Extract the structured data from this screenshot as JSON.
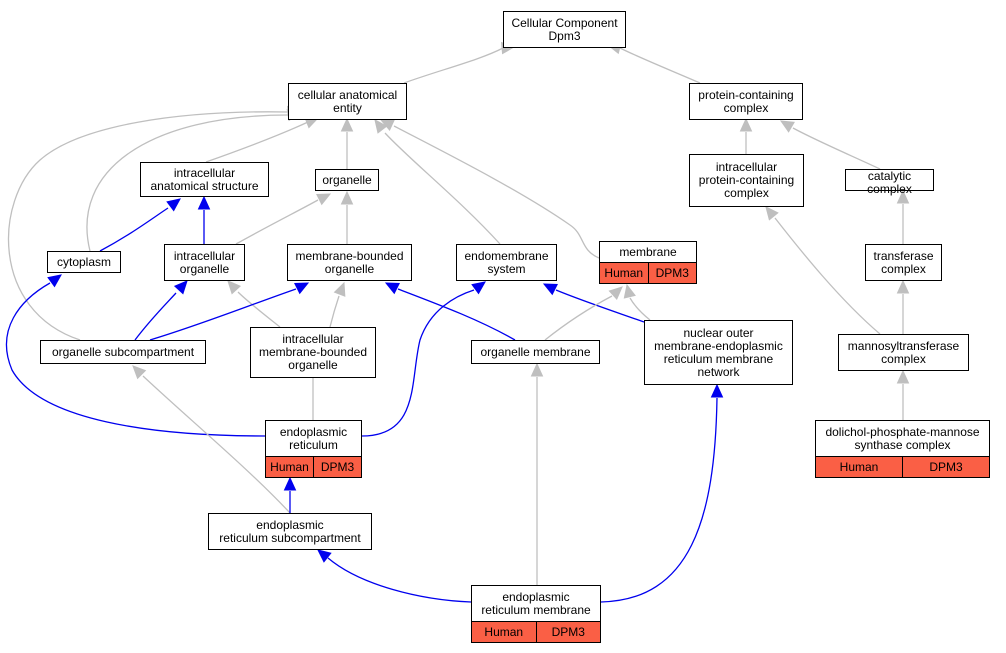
{
  "diagram": {
    "colors": {
      "is_a_edge": "#bfbfbf",
      "part_of_edge": "#0000ee",
      "annotation_fill": "#fa5f45"
    },
    "nodes": [
      {
        "id": "cc",
        "label": "Cellular Component\nDpm3"
      },
      {
        "id": "cae",
        "label": "cellular anatomical\nentity"
      },
      {
        "id": "pcc",
        "label": "protein-containing\ncomplex"
      },
      {
        "id": "ias",
        "label": "intracellular\nanatomical structure"
      },
      {
        "id": "org",
        "label": "organelle"
      },
      {
        "id": "ipcc",
        "label": "intracellular\nprotein-containing\ncomplex"
      },
      {
        "id": "cat",
        "label": "catalytic complex"
      },
      {
        "id": "cyt",
        "label": "cytoplasm"
      },
      {
        "id": "io",
        "label": "intracellular\norganelle"
      },
      {
        "id": "mbo",
        "label": "membrane-bounded\norganelle"
      },
      {
        "id": "ems",
        "label": "endomembrane\nsystem"
      },
      {
        "id": "mem",
        "label": "membrane",
        "annotation": [
          "Human",
          "DPM3"
        ]
      },
      {
        "id": "trf",
        "label": "transferase\ncomplex"
      },
      {
        "id": "osc",
        "label": "organelle subcompartment"
      },
      {
        "id": "imbo",
        "label": "intracellular\nmembrane-bounded\norganelle"
      },
      {
        "id": "om",
        "label": "organelle membrane"
      },
      {
        "id": "noer",
        "label": "nuclear outer\nmembrane-endoplasmic\nreticulum membrane\nnetwork"
      },
      {
        "id": "mtc",
        "label": "mannosyltransferase\ncomplex"
      },
      {
        "id": "er",
        "label": "endoplasmic\nreticulum",
        "annotation": [
          "Human",
          "DPM3"
        ]
      },
      {
        "id": "dpm",
        "label": "dolichol-phosphate-mannose\nsynthase complex",
        "annotation": [
          "Human",
          "DPM3"
        ]
      },
      {
        "id": "ersc",
        "label": "endoplasmic\nreticulum subcompartment"
      },
      {
        "id": "erm",
        "label": "endoplasmic\nreticulum membrane",
        "annotation": [
          "Human",
          "DPM3"
        ]
      }
    ],
    "edges": [
      {
        "from": "cae",
        "to": "cc",
        "type": "is_a"
      },
      {
        "from": "pcc",
        "to": "cc",
        "type": "is_a"
      },
      {
        "from": "ias",
        "to": "cae",
        "type": "is_a"
      },
      {
        "from": "org",
        "to": "cae",
        "type": "is_a"
      },
      {
        "from": "cyt",
        "to": "cae",
        "type": "is_a"
      },
      {
        "from": "osc",
        "to": "cae",
        "type": "is_a"
      },
      {
        "from": "ems",
        "to": "cae",
        "type": "is_a"
      },
      {
        "from": "mem",
        "to": "cae",
        "type": "is_a"
      },
      {
        "from": "ipcc",
        "to": "pcc",
        "type": "is_a"
      },
      {
        "from": "cat",
        "to": "pcc",
        "type": "is_a"
      },
      {
        "from": "cyt",
        "to": "ias",
        "type": "part_of"
      },
      {
        "from": "io",
        "to": "ias",
        "type": "part_of"
      },
      {
        "from": "io",
        "to": "org",
        "type": "is_a"
      },
      {
        "from": "mbo",
        "to": "org",
        "type": "is_a"
      },
      {
        "from": "osc",
        "to": "io",
        "type": "part_of"
      },
      {
        "from": "imbo",
        "to": "io",
        "type": "is_a"
      },
      {
        "from": "osc",
        "to": "mbo",
        "type": "part_of"
      },
      {
        "from": "imbo",
        "to": "mbo",
        "type": "is_a"
      },
      {
        "from": "om",
        "to": "mbo",
        "type": "part_of"
      },
      {
        "from": "er",
        "to": "ems",
        "type": "part_of"
      },
      {
        "from": "noer",
        "to": "ems",
        "type": "part_of"
      },
      {
        "from": "om",
        "to": "mem",
        "type": "is_a"
      },
      {
        "from": "noer",
        "to": "mem",
        "type": "is_a"
      },
      {
        "from": "er",
        "to": "cyt",
        "type": "part_of"
      },
      {
        "from": "er",
        "to": "imbo",
        "type": "is_a"
      },
      {
        "from": "ersc",
        "to": "osc",
        "type": "is_a"
      },
      {
        "from": "ersc",
        "to": "er",
        "type": "part_of"
      },
      {
        "from": "erm",
        "to": "om",
        "type": "is_a"
      },
      {
        "from": "erm",
        "to": "ersc",
        "type": "part_of"
      },
      {
        "from": "erm",
        "to": "noer",
        "type": "part_of"
      },
      {
        "from": "trf",
        "to": "cat",
        "type": "is_a"
      },
      {
        "from": "mtc",
        "to": "trf",
        "type": "is_a"
      },
      {
        "from": "mtc",
        "to": "ipcc",
        "type": "is_a"
      },
      {
        "from": "dpm",
        "to": "mtc",
        "type": "is_a"
      }
    ]
  }
}
